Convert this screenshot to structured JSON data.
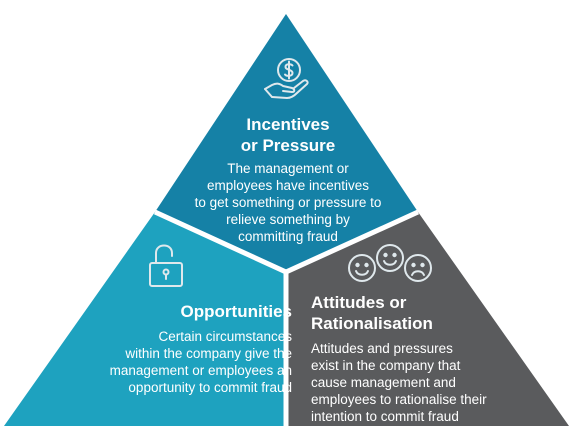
{
  "colors": {
    "top": "#1581a6",
    "left": "#1ea2bf",
    "right": "#5a5b5d",
    "divider": "#ffffff",
    "icon": "#dfe8ec"
  },
  "icons": {
    "top": "hand-holding-dollar-icon",
    "left": "unlocked-padlock-icon",
    "right": "three-faces-icon"
  },
  "sections": {
    "top": {
      "title_line1": "Incentives",
      "title_line2": "or Pressure",
      "desc_lines": [
        "The management or",
        "employees have incentives",
        "to get something or pressure to",
        "relieve something by",
        "committing fraud"
      ]
    },
    "left": {
      "title": "Opportunities",
      "desc_lines": [
        "Certain circumstances",
        "within the company give the",
        "management or employees an",
        "opportunity to commit fraud"
      ]
    },
    "right": {
      "title_line1": "Attitudes or",
      "title_line2": "Rationalisation",
      "desc_lines": [
        "Attitudes and pressures",
        "exist in the company that",
        "cause management and",
        "employees to rationalise their",
        "intention to commit fraud"
      ]
    }
  }
}
